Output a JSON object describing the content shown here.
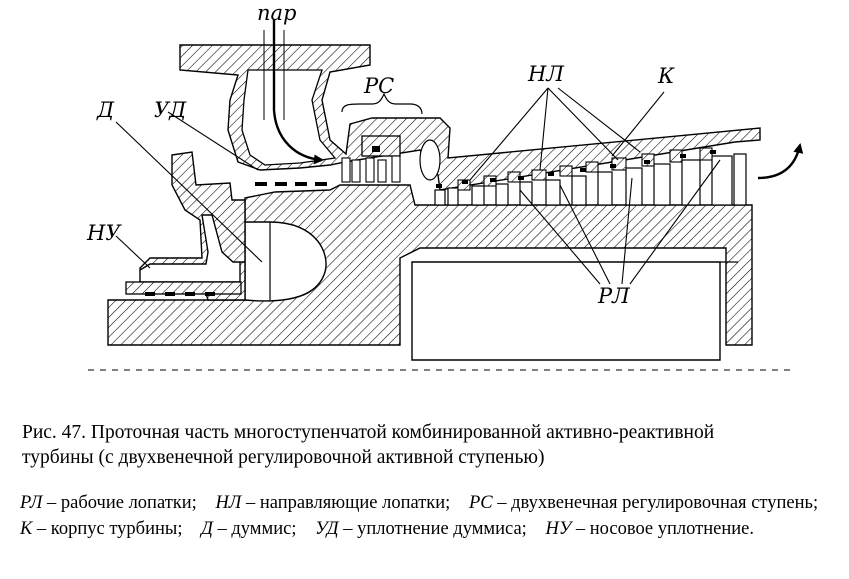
{
  "labels": {
    "steam": "пар",
    "rs": "РС",
    "nl": "НЛ",
    "k": "К",
    "d": "Д",
    "ud": "УД",
    "nu": "НУ",
    "rl": "РЛ"
  },
  "caption": {
    "line1": "Рис. 47. Проточная часть многоступенчатой комбинированной активно-реактивной",
    "line2": "турбины (с двухвенечной регулировочной активной ступенью)"
  },
  "legend": [
    {
      "abbr": "РЛ",
      "text": "– рабочие лопатки;"
    },
    {
      "abbr": "НЛ",
      "text": "– направляющие лопатки;"
    },
    {
      "abbr": "РС",
      "text": "– двухвенечная регулировочная ступень;"
    },
    {
      "abbr": "К",
      "text": "– корпус турбины;"
    },
    {
      "abbr": "Д",
      "text": "– думмис;"
    },
    {
      "abbr": "УД",
      "text": "– уплотнение думмиса;"
    },
    {
      "abbr": "НУ",
      "text": "– носовое уплотнение."
    }
  ]
}
